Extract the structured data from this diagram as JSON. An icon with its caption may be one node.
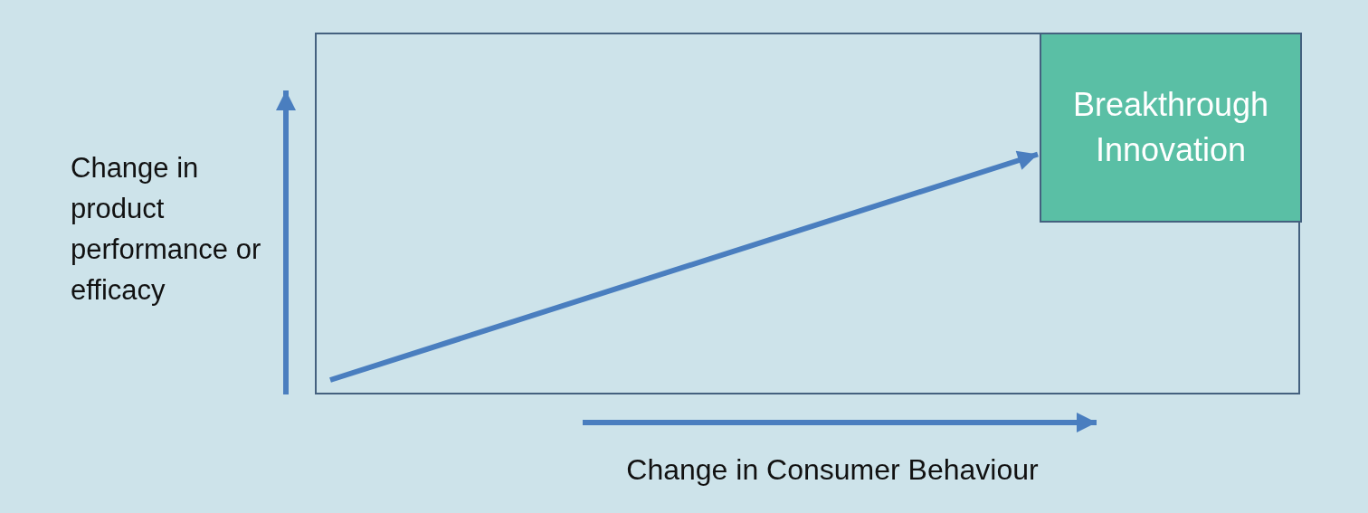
{
  "diagram": {
    "nodes": [
      {
        "text": [],
        "shape": "box"
      },
      {
        "text": [
          "Breakthrough Innovation"
        ],
        "in": 0
      }
    ],
    "edges": [
      {
        "from": null,
        "to": 1,
        "arrow": "to"
      }
    ],
    "labels": [
      "Change in product performance or efficacy",
      "Change in Consumer Behaviour"
    ]
  }
}
